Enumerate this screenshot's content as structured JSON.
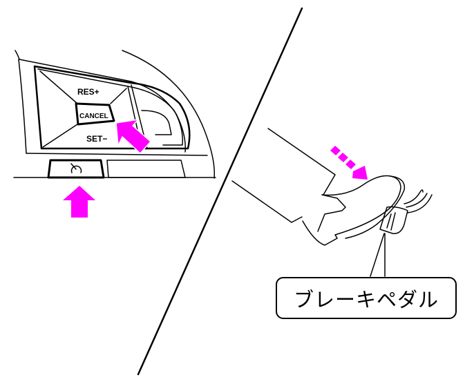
{
  "diagram": {
    "steering_switch": {
      "res_label": "RES+",
      "cancel_label": "CANCEL",
      "set_label": "SET−",
      "cruise_icon": "speedometer-icon"
    },
    "brake": {
      "label": "ブレーキペダル"
    },
    "colors": {
      "arrow": "#ff00ff",
      "line": "#000000"
    }
  }
}
